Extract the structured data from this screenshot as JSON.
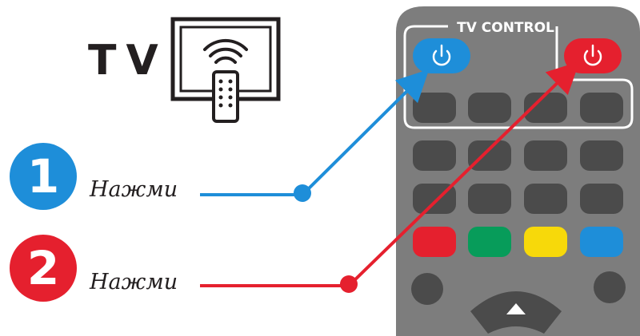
{
  "header": {
    "device_label": "TV",
    "device_icon": "tv-with-remote-icon"
  },
  "remote": {
    "section_title": "TV CONTROL",
    "power_buttons": [
      {
        "name": "power-button-blue",
        "icon": "power-icon",
        "color": "#1e8ed9"
      },
      {
        "name": "power-button-red",
        "icon": "power-icon",
        "color": "#e5202e"
      }
    ],
    "color_keys": [
      "#e5202e",
      "#079c5a",
      "#f7d90a",
      "#1e8ed9"
    ],
    "body_color": "#7d7d7d",
    "button_color": "#4b4b4b",
    "nav_icon": "arrow-up-icon"
  },
  "steps": [
    {
      "number": "1",
      "text": "Нажми",
      "color": "#1e8ed9"
    },
    {
      "number": "2",
      "text": "Нажми",
      "color": "#e5202e"
    }
  ]
}
